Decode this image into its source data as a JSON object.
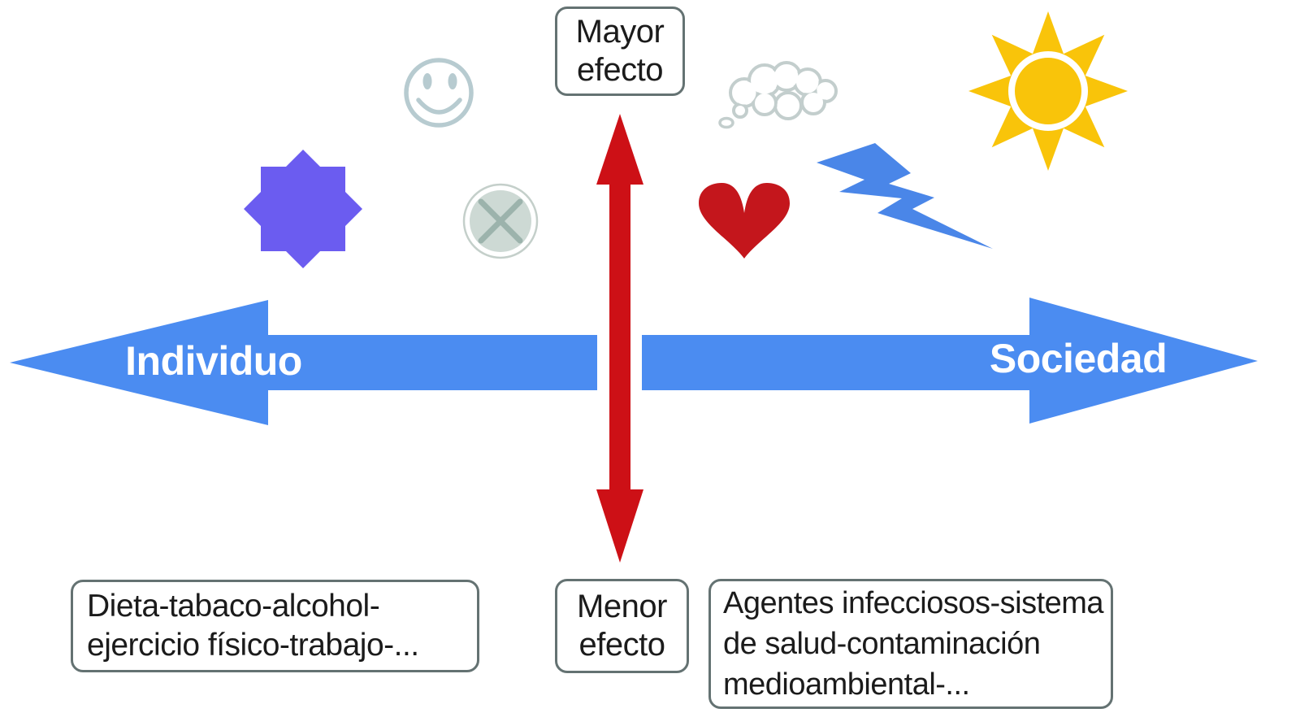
{
  "background": "#ffffff",
  "axes": {
    "horizontal": {
      "left_label": "Individuo",
      "right_label": "Sociedad",
      "color": "#4b8cf1",
      "label_color": "#ffffff"
    },
    "vertical": {
      "top_label_line1": "Mayor",
      "top_label_line2": "efecto",
      "bottom_label_line1": "Menor",
      "bottom_label_line2": "efecto",
      "color": "#cd1016"
    }
  },
  "boxes": {
    "border_color": "#647272",
    "text_color": "#1b1b1b",
    "individual_factors": {
      "line1": "Dieta-tabaco-alcohol-",
      "line2": "ejercicio físico-trabajo-..."
    },
    "society_factors": {
      "line1": "Agentes infecciosos-sistema",
      "line2": "de salud-contaminación",
      "line3": "medioambiental-..."
    }
  },
  "icons": {
    "eight_point_star": {
      "label": "eight-point-star",
      "color": "#6b5cf0"
    },
    "smiley_face": {
      "label": "smiley-face",
      "color": "#b7cbd0"
    },
    "crossed_circle": {
      "label": "crossed-circle",
      "fill": "#cdd9d4",
      "ring_color": "#c4cfca",
      "cross_color": "#9cb3ac"
    },
    "heart": {
      "label": "heart",
      "color": "#c4161c"
    },
    "smoke_cloud": {
      "label": "smoke-cloud",
      "color": "#c3cecd"
    },
    "lightning_bolt": {
      "label": "lightning-bolt",
      "color": "#4a86e8"
    },
    "sun": {
      "label": "sun",
      "color": "#f9c40a"
    }
  }
}
